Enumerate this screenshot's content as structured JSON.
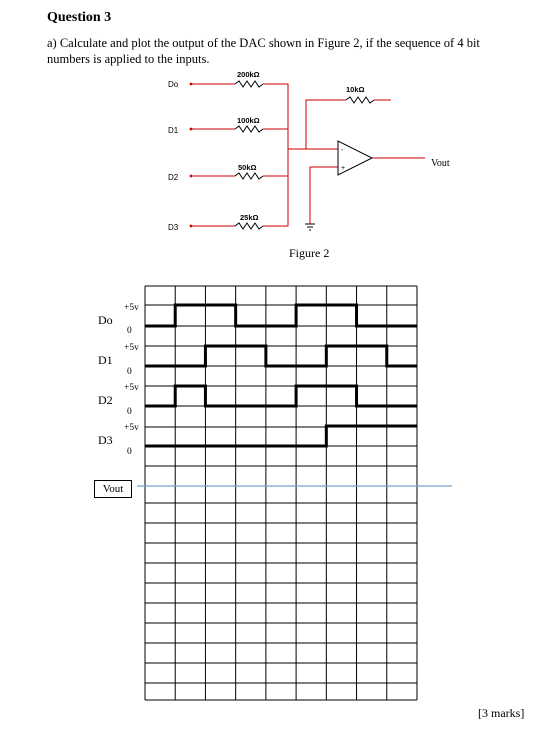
{
  "question": {
    "title": "Question 3",
    "line1": "a) Calculate and plot the output of the DAC shown in Figure 2, if the sequence of 4 bit",
    "line2": "numbers is applied to the inputs.",
    "marks": "[3 marks]"
  },
  "circuit": {
    "inputs": [
      "Do",
      "D1",
      "D2",
      "D3"
    ],
    "resistors": [
      "200kΩ",
      "100kΩ",
      "50kΩ",
      "25kΩ"
    ],
    "feedback_resistor": "10kΩ",
    "output_label": "Vout",
    "figure_caption": "Figure 2",
    "opamp_minus": "-",
    "opamp_plus": "+"
  },
  "timing": {
    "signals": [
      {
        "name": "Do",
        "high_label": "+5v",
        "low_label": "0",
        "levels": [
          0,
          1,
          1,
          0,
          0,
          1,
          1,
          0,
          0
        ]
      },
      {
        "name": "D1",
        "high_label": "+5v",
        "low_label": "0",
        "levels": [
          0,
          0,
          1,
          1,
          0,
          0,
          1,
          1,
          0
        ]
      },
      {
        "name": "D2",
        "high_label": "+5v",
        "low_label": "0",
        "levels": [
          0,
          1,
          0,
          0,
          0,
          1,
          1,
          0,
          0
        ]
      },
      {
        "name": "D3",
        "high_label": "+5v",
        "low_label": "0",
        "levels": [
          0,
          0,
          0,
          0,
          0,
          0,
          1,
          1,
          1
        ]
      }
    ],
    "vout_label": "Vout",
    "columns": 9
  },
  "colors": {
    "wire": "#cc0000",
    "line": "#000000",
    "vout_axis": "#7aa0c8"
  }
}
